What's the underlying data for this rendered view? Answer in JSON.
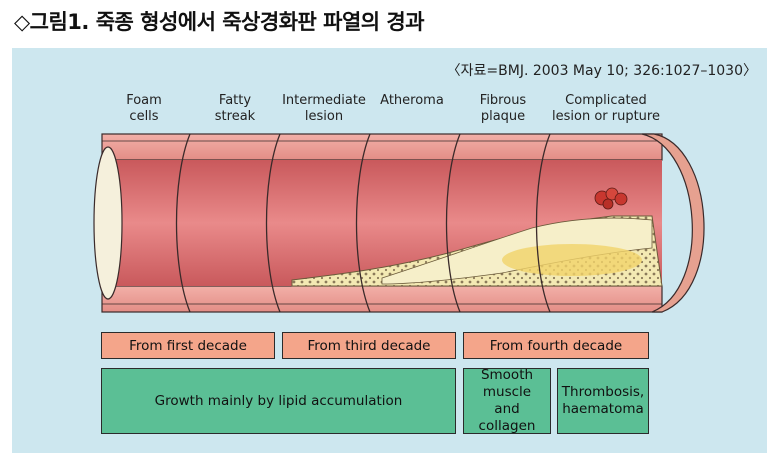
{
  "title": "◇그림1. 죽종 형성에서 죽상경화판 파열의 경과",
  "source": "〈자료=BMJ. 2003 May 10; 326:1027–1030〉",
  "stages": [
    "Foam\ncells",
    "Fatty\nstreak",
    "Intermediate\nlesion",
    "Atheroma",
    "Fibrous\nplaque",
    "Complicated\nlesion or rupture"
  ],
  "decades": [
    "From first decade",
    "From third decade",
    "From fourth decade"
  ],
  "growth": [
    "Growth mainly by lipid accumulation",
    "Smooth\nmuscle\nand collagen",
    "Thrombosis,\nhaematoma"
  ],
  "colors": {
    "panel": "#cde7ef",
    "artery_wall": "#e8898a",
    "lumen": "#d9686b",
    "plaque": "#f3e9b3",
    "decade_box": "#f4a58a",
    "growth_box": "#5bbf95",
    "thrombus": "#c8372f"
  }
}
